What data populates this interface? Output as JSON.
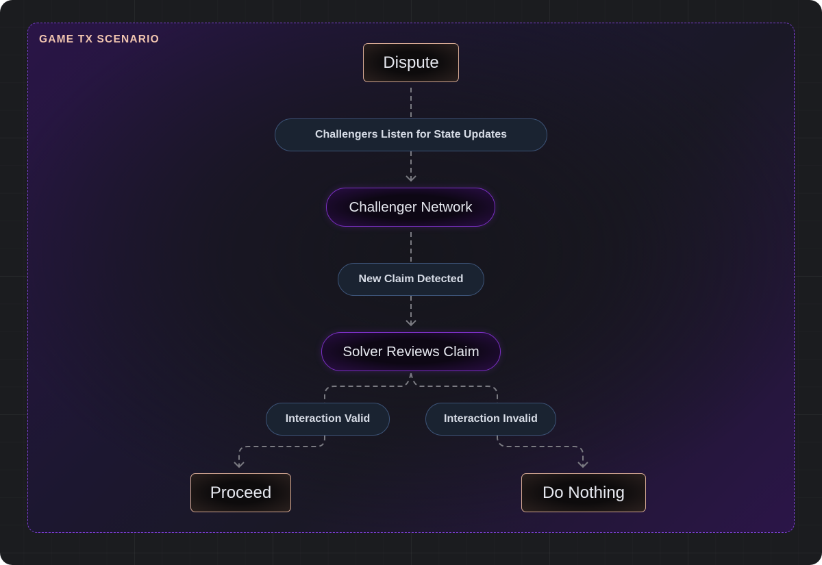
{
  "scenario": {
    "label": "GAME TX SCENARIO"
  },
  "nodes": {
    "dispute": {
      "label": "Dispute",
      "kind": "terminal"
    },
    "listen": {
      "label": "Challengers Listen for State Updates",
      "kind": "event"
    },
    "challenger_network": {
      "label": "Challenger Network",
      "kind": "actor"
    },
    "new_claim": {
      "label": "New Claim Detected",
      "kind": "event"
    },
    "solver_reviews": {
      "label": "Solver Reviews Claim",
      "kind": "actor"
    },
    "valid": {
      "label": "Interaction Valid",
      "kind": "event"
    },
    "invalid": {
      "label": "Interaction Invalid",
      "kind": "event"
    },
    "proceed": {
      "label": "Proceed",
      "kind": "terminal"
    },
    "do_nothing": {
      "label": "Do Nothing",
      "kind": "terminal"
    }
  },
  "edges": [
    {
      "from": "dispute",
      "to": "listen",
      "style": "dashed",
      "arrow": false
    },
    {
      "from": "listen",
      "to": "challenger_network",
      "style": "dashed",
      "arrow": true
    },
    {
      "from": "challenger_network",
      "to": "new_claim",
      "style": "dashed",
      "arrow": false
    },
    {
      "from": "new_claim",
      "to": "solver_reviews",
      "style": "dashed",
      "arrow": true
    },
    {
      "from": "solver_reviews",
      "to": "valid",
      "style": "dashed",
      "arrow": false
    },
    {
      "from": "solver_reviews",
      "to": "invalid",
      "style": "dashed",
      "arrow": false
    },
    {
      "from": "valid",
      "to": "proceed",
      "style": "dashed",
      "arrow": true
    },
    {
      "from": "invalid",
      "to": "do_nothing",
      "style": "dashed",
      "arrow": true
    }
  ],
  "colors": {
    "background": "#1b1c1f",
    "scenario_border": "#7b3fd1",
    "scenario_label": "#f2c6b0",
    "terminal_border": "#d8ab95",
    "event_border": "#3d5478",
    "event_fill": "#1a2331",
    "actor_border": "#7b2fc4",
    "edge": "#7b7b82",
    "text": "#e6e8ef"
  }
}
